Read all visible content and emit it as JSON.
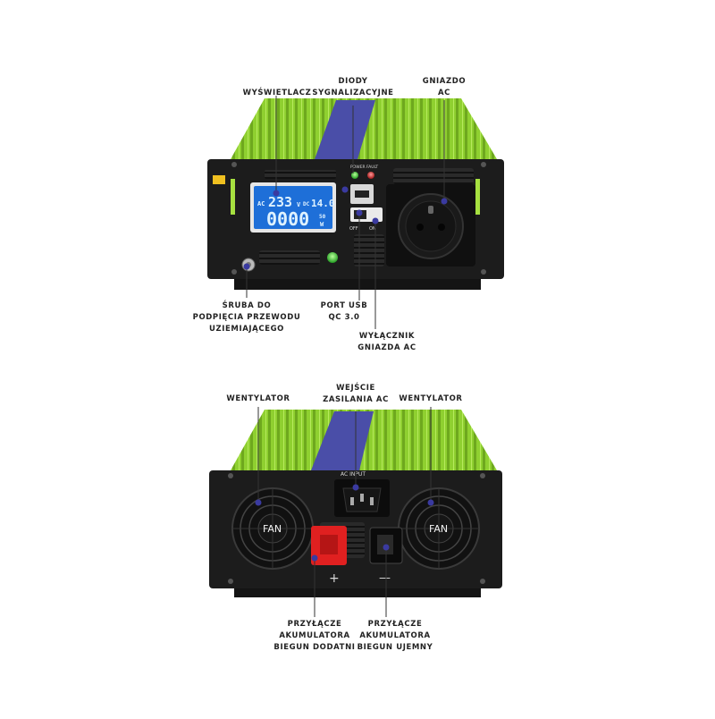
{
  "front_view": {
    "panel_labels": {
      "power_led": "POWER",
      "fault_led": "FAULT",
      "switch_off": "OFF",
      "switch_on": "ON"
    },
    "lcd": {
      "ac_label": "AC",
      "dc_label": "DC",
      "voltage": "233",
      "voltage_unit": "V",
      "dc_voltage": "14.0",
      "power_reading": "0000",
      "hz_unit": "50",
      "w_unit": "W"
    },
    "callouts": {
      "display": [
        "WYŚWIETLACZ"
      ],
      "leds": [
        "DIODY",
        "SYGNALIZACYJNE"
      ],
      "ac_socket": [
        "GNIAZDO",
        "AC"
      ],
      "ground_screw": [
        "ŚRUBA DO",
        "PODPIĘCIA PRZEWODU",
        "UZIEMIAJĄCEGO"
      ],
      "usb_port": [
        "PORT USB",
        "QC 3.0"
      ],
      "ac_switch": [
        "WYŁĄCZNIK",
        "GNIAZDA AC"
      ]
    }
  },
  "rear_view": {
    "panel_labels": {
      "ac_input": "AC INPUT",
      "fan_left": "FAN",
      "fan_right": "FAN",
      "plus": "+",
      "minus": "—"
    },
    "callouts": {
      "fan_left": [
        "WENTYLATOR"
      ],
      "ac_input": [
        "WEJŚCIE",
        "ZASILANIA AC"
      ],
      "fan_right": [
        "WENTYLATOR"
      ],
      "battery_positive": [
        "PRZYŁĄCZE",
        "AKUMULATORA",
        "BIEGUN DODATNI"
      ],
      "battery_negative": [
        "PRZYŁĄCZE",
        "AKUMULATORA",
        "BIEGUN UJEMNY"
      ]
    }
  },
  "colors": {
    "body_green": "#8fd030",
    "panel_black": "#1c1c1c",
    "stripe_blue": "#4a4ea8",
    "lcd_blue": "#1e6fd8",
    "terminal_red": "#e02020",
    "pointer_dot": "#3a3aa0"
  }
}
